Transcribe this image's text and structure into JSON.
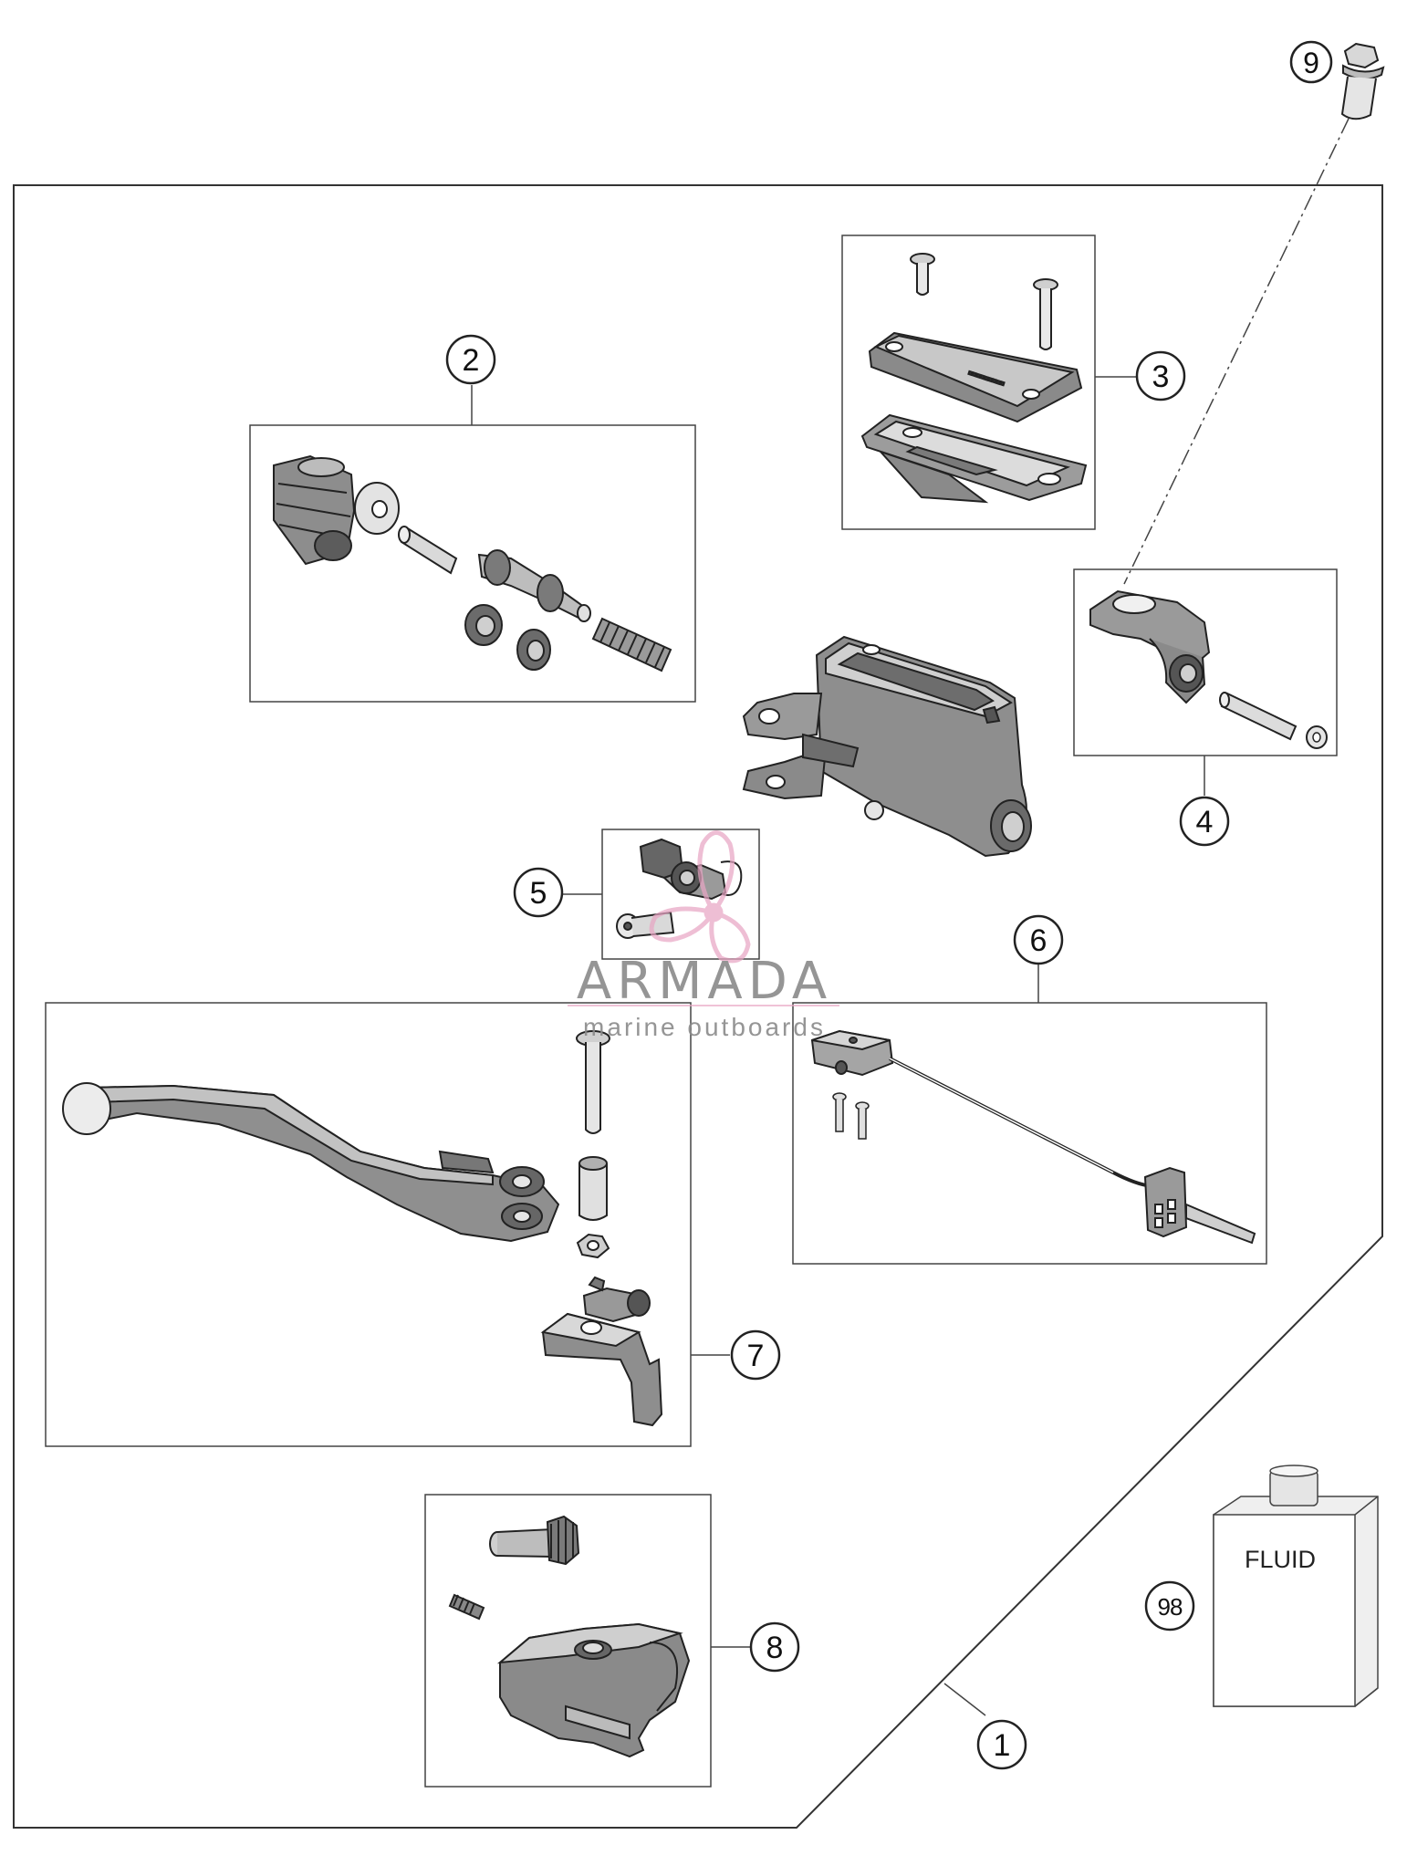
{
  "callouts": {
    "c1": "1",
    "c2": "2",
    "c3": "3",
    "c4": "4",
    "c5": "5",
    "c6": "6",
    "c7": "7",
    "c8": "8",
    "c9": "9",
    "c98": "98"
  },
  "fluid_label": "FLUID",
  "watermark": {
    "name": "ARMADA",
    "tagline": "marine outboards"
  },
  "colors": {
    "line": "#333333",
    "watermark_text": "#8a8a8a",
    "watermark_logo": "#e8a6c4"
  }
}
